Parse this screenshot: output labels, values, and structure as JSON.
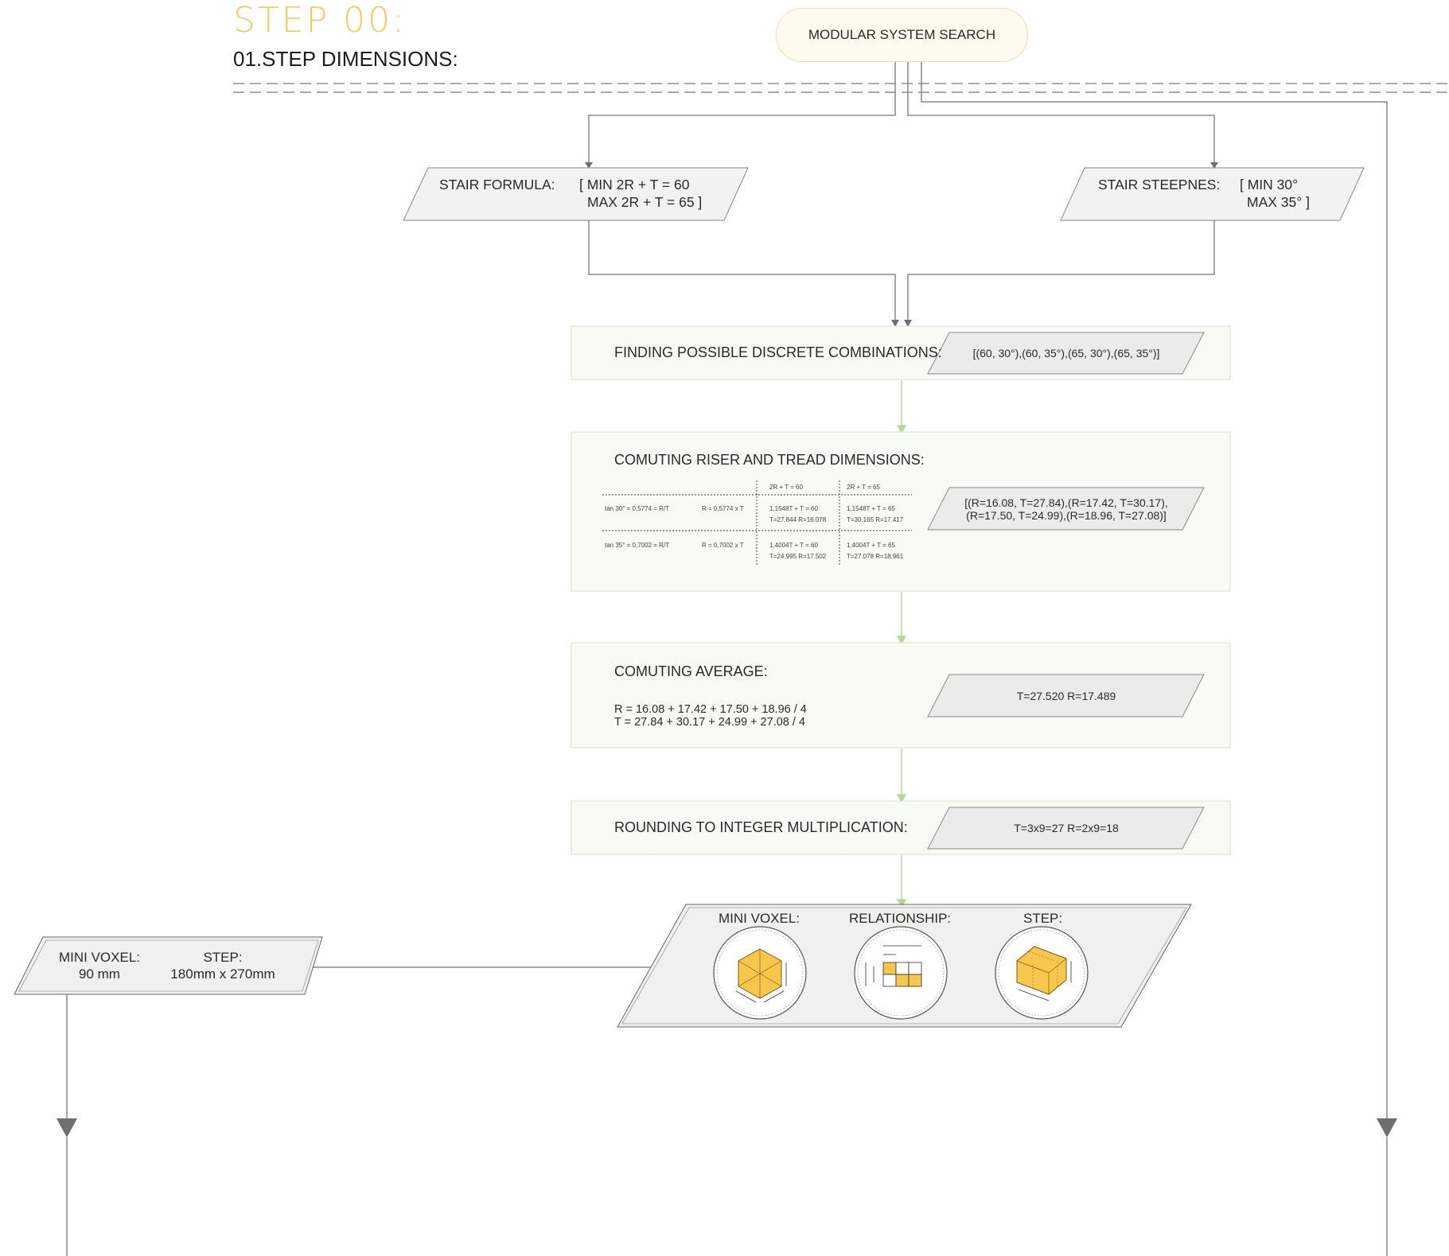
{
  "header": {
    "step": "STEP 00:",
    "subtitle": "01.STEP DIMENSIONS:",
    "start_node": "MODULAR SYSTEM SEARCH"
  },
  "inputs": {
    "formula": {
      "label": "STAIR FORMULA:",
      "line1": "[ MIN 2R + T = 60",
      "line2": "MAX 2R + T = 65 ]"
    },
    "steepness": {
      "label": "STAIR STEEPNES:",
      "line1": "[ MIN 30°",
      "line2": "MAX 35° ]"
    }
  },
  "combinations": {
    "title": "FINDING POSSIBLE DISCRETE COMBINATIONS:",
    "result": "[(60, 30°),(60, 35°),(65, 30°),(65, 35°)]"
  },
  "riser_tread": {
    "title": "COMUTING RISER AND TREAD DIMENSIONS:",
    "table": {
      "col1": "2R + T = 60",
      "col2": "2R + T = 65",
      "row1": {
        "a": "tan 30° = 0,5774 = R/T",
        "b": "R = 0,5774 x T",
        "c1": "1,1548T + T = 60",
        "c2": "T=27.844 R=16.078",
        "d1": "1,1548T + T = 65",
        "d2": "T=30.165 R=17.417"
      },
      "row2": {
        "a": "tan 35° = 0,7002 = R/T",
        "b": "R = 0,7002 x T",
        "c1": "1,4004T + T = 60",
        "c2": "T=24.995 R=17.502",
        "d1": "1,4004T + T = 65",
        "d2": "T=27.078 R=18.961"
      }
    },
    "result_line1": "[(R=16.08, T=27.84),(R=17.42, T=30.17),",
    "result_line2": "(R=17.50, T=24.99),(R=18.96, T=27.08)]"
  },
  "average": {
    "title": "COMUTING AVERAGE:",
    "line1": "R = 16.08 + 17.42 + 17.50 + 18.96 / 4",
    "line2": "T = 27.84 + 30.17 + 24.99 + 27.08 / 4",
    "result": "T=27.520 R=17.489"
  },
  "rounding": {
    "title": "ROUNDING TO INTEGER MULTIPLICATION:",
    "result": "T=3x9=27 R=2x9=18"
  },
  "output": {
    "labels": {
      "mini_voxel": "MINI VOXEL:",
      "relationship": "RELATIONSHIP:",
      "step": "STEP:"
    },
    "icons": [
      "mini-voxel-cube-icon",
      "relationship-grid-icon",
      "step-block-icon"
    ]
  },
  "summary": {
    "label1": "MINI VOXEL:",
    "value1": "90 mm",
    "label2": "STEP:",
    "value2": "180mm x 270mm"
  },
  "colors": {
    "accent_yellow": "#f3cd62",
    "panel_green_bg": "#f8fbf3",
    "panel_green_border": "#d6e6c4",
    "connector_gray": "#8a8a8a",
    "connector_green": "#b9d69c"
  }
}
